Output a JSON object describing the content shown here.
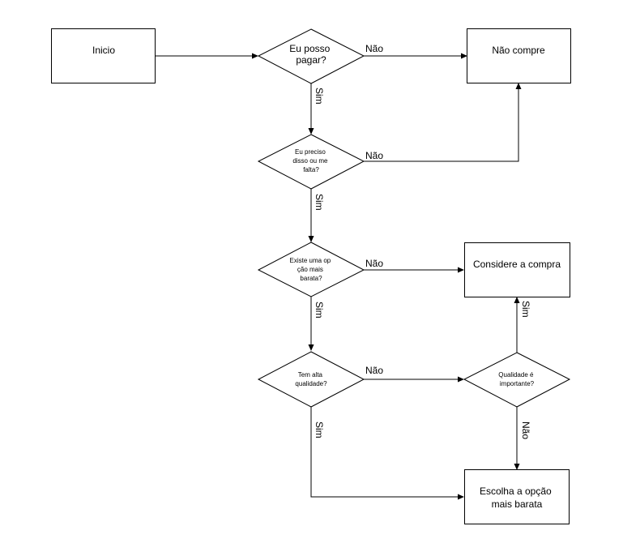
{
  "nodes": {
    "inicio": {
      "lines": [
        "Inicio"
      ]
    },
    "nao_compre": {
      "lines": [
        "Não compre"
      ]
    },
    "considere": {
      "lines": [
        "Considere a compra"
      ]
    },
    "escolha": {
      "lines": [
        "Escolha a opção",
        "mais barata"
      ]
    },
    "posso_pagar": {
      "lines": [
        "Eu posso",
        "pagar?"
      ]
    },
    "preciso": {
      "lines": [
        "Eu preciso",
        "disso ou me",
        "falta?"
      ]
    },
    "existe": {
      "lines": [
        "Existe uma op",
        "ção mais",
        "barata?"
      ]
    },
    "alta_qualidade": {
      "lines": [
        "Tem alta",
        "qualidade?"
      ]
    },
    "qualidade_importante": {
      "lines": [
        "Qualidade é",
        "importante?"
      ]
    }
  },
  "edge_labels": {
    "yes": "Sim",
    "no": "Não"
  }
}
